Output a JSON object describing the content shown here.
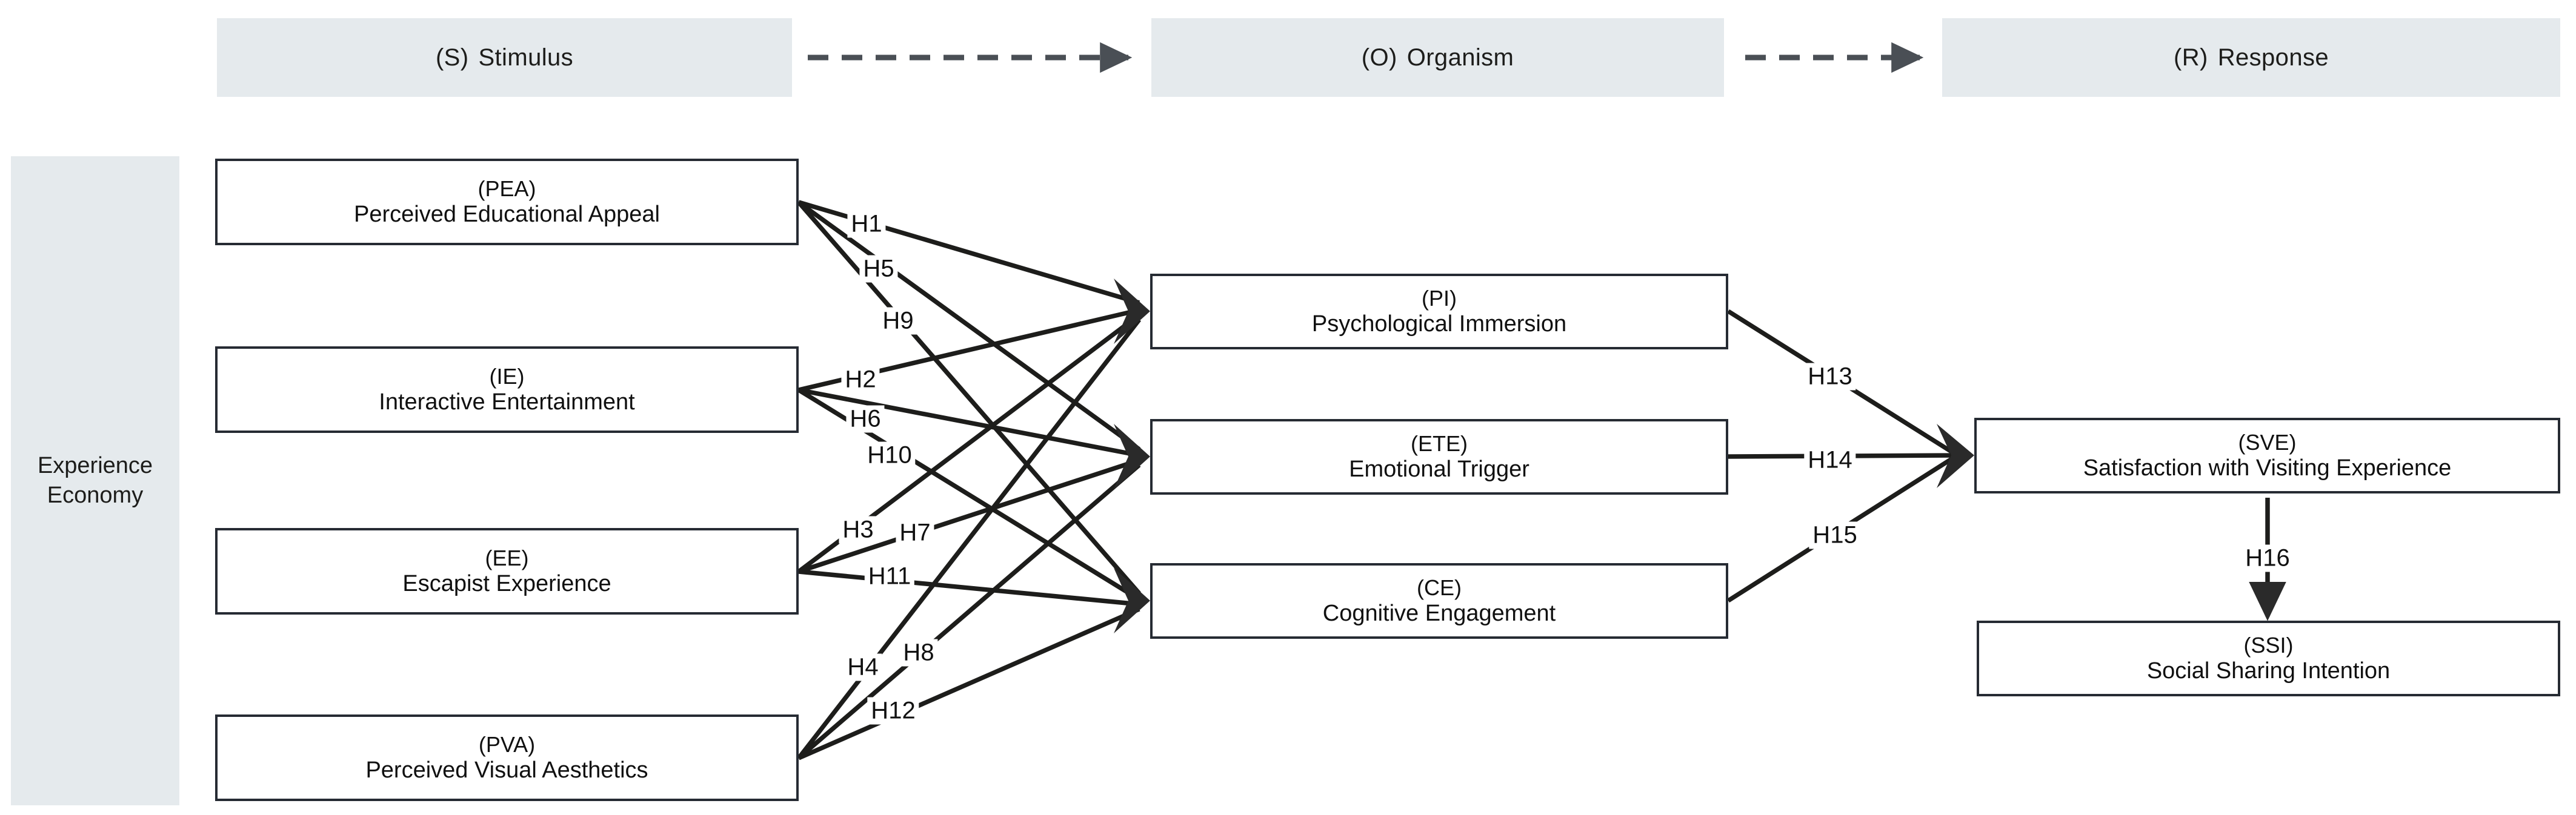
{
  "diagram": {
    "title": "Stimulus-Organism-Response research model",
    "colors": {
      "band_fill": "#e5eaed",
      "node_border": "#262b33",
      "line": "#1d1d1b",
      "text": "#101010"
    }
  },
  "bands": [
    {
      "id": "stimulus",
      "code": "(S)",
      "label": "Stimulus"
    },
    {
      "id": "organism",
      "code": "(O)",
      "label": "Organism"
    },
    {
      "id": "response",
      "code": "(R)",
      "label": "Response"
    }
  ],
  "side_band": {
    "line1": "Experience",
    "line2": "Economy"
  },
  "nodes": {
    "stimulus": [
      {
        "code": "(PEA)",
        "name": "Perceived Educational Appeal"
      },
      {
        "code": "(IE)",
        "name": "Interactive Entertainment"
      },
      {
        "code": "(EE)",
        "name": "Escapist Experience"
      },
      {
        "code": "(PVA)",
        "name": "Perceived Visual Aesthetics"
      }
    ],
    "organism": [
      {
        "code": "(PI)",
        "name": "Psychological Immersion"
      },
      {
        "code": "(ETE)",
        "name": "Emotional Trigger"
      },
      {
        "code": "(CE)",
        "name": "Cognitive Engagement"
      }
    ],
    "response": [
      {
        "code": "(SVE)",
        "name": "Satisfaction with Visiting Experience"
      },
      {
        "code": "(SSI)",
        "name": "Social Sharing Intention"
      }
    ]
  },
  "hypotheses": [
    {
      "id": "H1",
      "label": "H1",
      "from": "PEA",
      "to": "PI"
    },
    {
      "id": "H5",
      "label": "H5",
      "from": "PEA",
      "to": "ETE"
    },
    {
      "id": "H9",
      "label": "H9",
      "from": "PEA",
      "to": "CE"
    },
    {
      "id": "H2",
      "label": "H2",
      "from": "IE",
      "to": "PI"
    },
    {
      "id": "H6",
      "label": "H6",
      "from": "IE",
      "to": "ETE"
    },
    {
      "id": "H10",
      "label": "H10",
      "from": "IE",
      "to": "CE"
    },
    {
      "id": "H3",
      "label": "H3",
      "from": "EE",
      "to": "PI"
    },
    {
      "id": "H7",
      "label": "H7",
      "from": "EE",
      "to": "ETE"
    },
    {
      "id": "H11",
      "label": "H11",
      "from": "EE",
      "to": "CE"
    },
    {
      "id": "H4",
      "label": "H4",
      "from": "PVA",
      "to": "PI"
    },
    {
      "id": "H8",
      "label": "H8",
      "from": "PVA",
      "to": "ETE"
    },
    {
      "id": "H12",
      "label": "H12",
      "from": "PVA",
      "to": "CE"
    },
    {
      "id": "H13",
      "label": "H13",
      "from": "PI",
      "to": "SVE"
    },
    {
      "id": "H14",
      "label": "H14",
      "from": "ETE",
      "to": "SVE"
    },
    {
      "id": "H15",
      "label": "H15",
      "from": "CE",
      "to": "SVE"
    },
    {
      "id": "H16",
      "label": "H16",
      "from": "SVE",
      "to": "SSI"
    }
  ],
  "flow_arrows": [
    {
      "id": "s-to-o",
      "style": "dashed"
    },
    {
      "id": "o-to-r",
      "style": "dashed"
    }
  ]
}
